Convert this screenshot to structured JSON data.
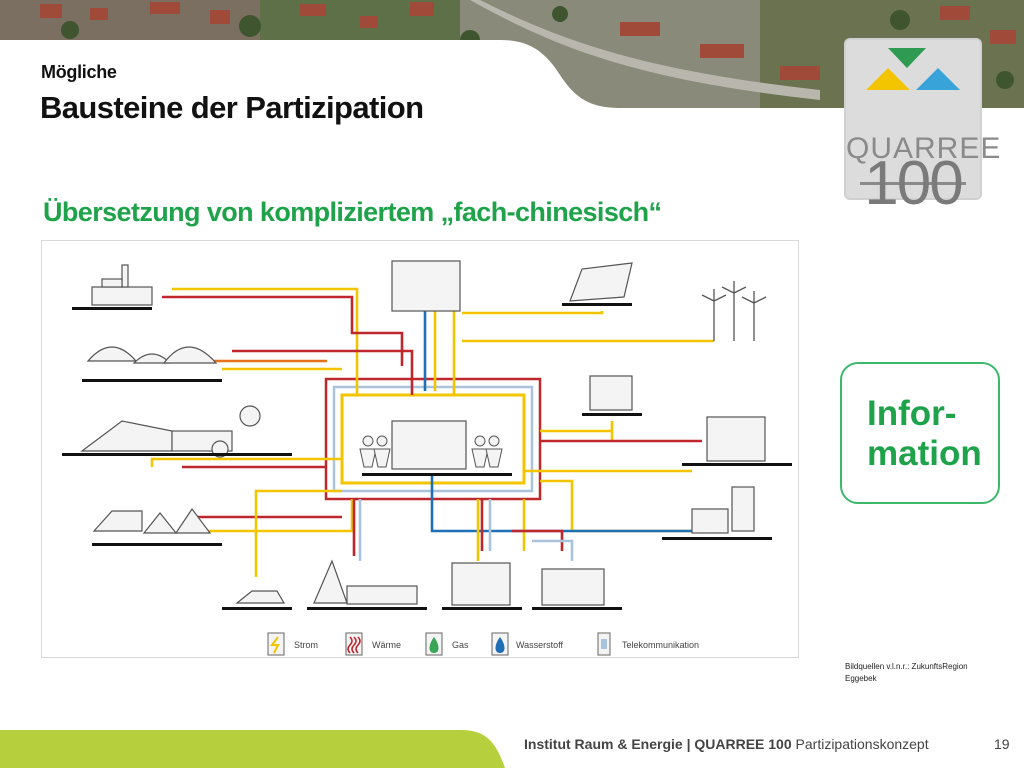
{
  "slide": {
    "subtitle": "Mögliche",
    "title": "Bausteine der Partizipation",
    "heading": "Übersetzung von kompliziertem „fach-chinesisch“",
    "info_text": "Infor-\nmation",
    "source_line1": "Bildquellen v.l.n.r.: ZukunftsRegion",
    "source_line2": "Eggebek",
    "page_number": "19"
  },
  "logo": {
    "word": "QUARREE",
    "number": "100",
    "triangle_colors": [
      "#f2c500",
      "#37a3d8",
      "#2f9a52"
    ]
  },
  "legend": [
    {
      "label": "Strom",
      "color": "#f2c500"
    },
    {
      "label": "Wärme",
      "color": "#c0272d"
    },
    {
      "label": "Gas",
      "color": "#3aa655"
    },
    {
      "label": "Wasserstoff",
      "color": "#1f6fb5"
    },
    {
      "label": "Telekommunikation",
      "color": "#a9c3dd"
    }
  ],
  "footer": {
    "institute": "Institut Raum & Energie | QUARREE 100",
    "concept": "Partizipationskonzept"
  },
  "colors": {
    "accent_green": "#1fa34a",
    "footer_bar": "#b6cf3c",
    "strom": "#f2c500",
    "waerme": "#c0272d",
    "orange": "#e8731d",
    "gas": "#3aa655",
    "wasserstoff": "#1f6fb5",
    "telekom": "#a9c3dd"
  }
}
